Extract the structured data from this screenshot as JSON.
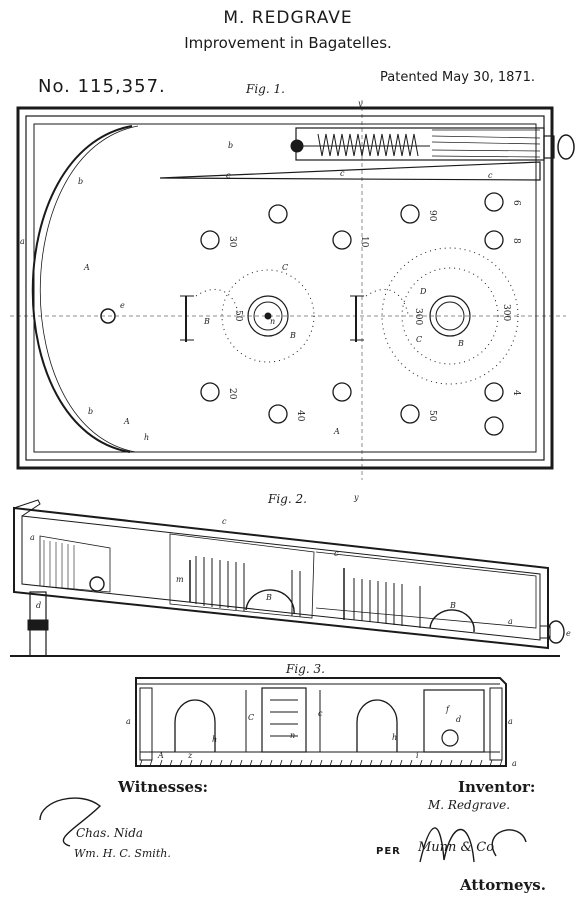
{
  "header": {
    "inventor_name": "M. REDGRAVE",
    "title": "Improvement in Bagatelles.",
    "patent_number": "No. 115,357.",
    "patented": "Patented May 30, 1871."
  },
  "figures": {
    "fig1": "Fig. 1.",
    "fig2": "Fig. 2.",
    "fig3": "Fig. 3."
  },
  "board_numbers": {
    "left_cup": "50",
    "right_cup_a": "300",
    "right_cup_b": "300",
    "holes": [
      "30",
      "10",
      "90",
      "6",
      "8",
      "20",
      "40",
      "50",
      "4"
    ]
  },
  "footer": {
    "witnesses_label": "Witnesses:",
    "witness_1": "Chas. Nida",
    "witness_2": "Wm. H. C. Smith.",
    "inventor_label": "Inventor:",
    "inventor_signature": "M. Redgrave.",
    "per": "PER",
    "attorney_signature": "Munn & Co",
    "attorneys_label": "Attorneys."
  }
}
